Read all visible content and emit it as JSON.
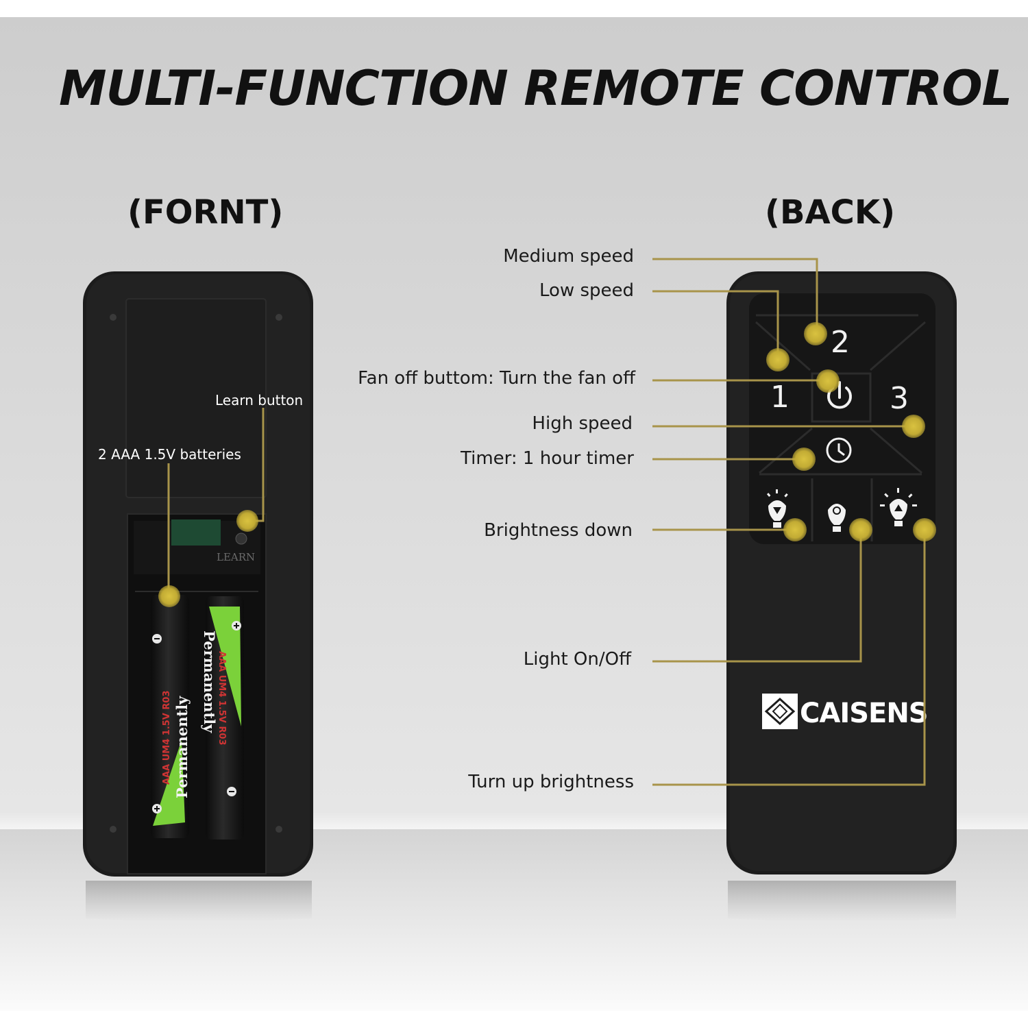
{
  "headline": "MULTI-FUNCTION REMOTE CONTROL",
  "front": {
    "label": "(FORNT)",
    "learn_button_callout": "Learn button",
    "batteries_callout": "2 AAA 1.5V batteries",
    "learn_mark": "LEARN",
    "battery_left": {
      "spec": "AAA UM4 1.5V R03",
      "brand": "Permanently"
    },
    "battery_right": {
      "spec": "AAA UM4 1.5V R03",
      "brand": "Permanently"
    }
  },
  "back": {
    "label": "(BACK)",
    "brand": "CAISENS",
    "keys": {
      "low": "1",
      "medium": "2",
      "high": "3"
    },
    "callouts": {
      "medium_speed": "Medium speed",
      "low_speed": "Low speed",
      "fan_off": "Fan off buttom: Turn the fan off",
      "high_speed": "High speed",
      "timer": "Timer: 1 hour timer",
      "brightness_down": "Brightness down",
      "light_on_off": "Light On/Off",
      "turn_up_brightness": "Turn up brightness"
    }
  },
  "colors": {
    "leader_line": "#a8944a",
    "marker_dot": "#c9b23a",
    "remote_body": "#1b1b1b",
    "background_top": "#cfcfcf",
    "background_bottom": "#ffffff"
  }
}
